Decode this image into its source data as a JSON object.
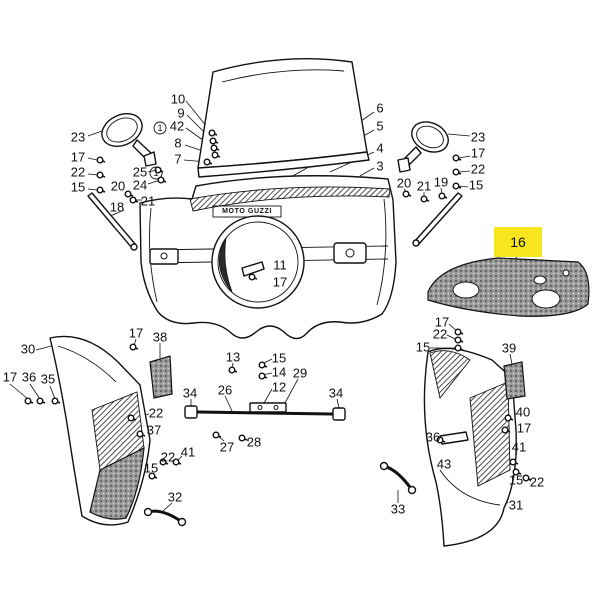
{
  "diagram": {
    "logo_text": "MOTO GUZZI",
    "highlight": {
      "part": "16",
      "color": "#f7e51d"
    },
    "labels": {
      "windscreen": [
        "10",
        "9",
        "42",
        "8",
        "7",
        "1",
        "1",
        "6",
        "5",
        "4",
        "3"
      ],
      "left_mirror": [
        "23",
        "17",
        "22",
        "15",
        "25",
        "24",
        "20",
        "21",
        "18"
      ],
      "right_mirror": [
        "23",
        "17",
        "22",
        "15",
        "19",
        "21",
        "20"
      ],
      "headlight": [
        "11",
        "17"
      ],
      "left_panel": [
        "30",
        "17",
        "38",
        "17",
        "36",
        "35",
        "22",
        "37",
        "41",
        "22",
        "15",
        "32",
        "34"
      ],
      "center": [
        "13",
        "15",
        "14",
        "12",
        "29",
        "26",
        "34",
        "27",
        "28"
      ],
      "right_panel": [
        "17",
        "22",
        "15",
        "39",
        "40",
        "17",
        "36",
        "43",
        "41",
        "15",
        "22",
        "33",
        "31"
      ]
    }
  }
}
